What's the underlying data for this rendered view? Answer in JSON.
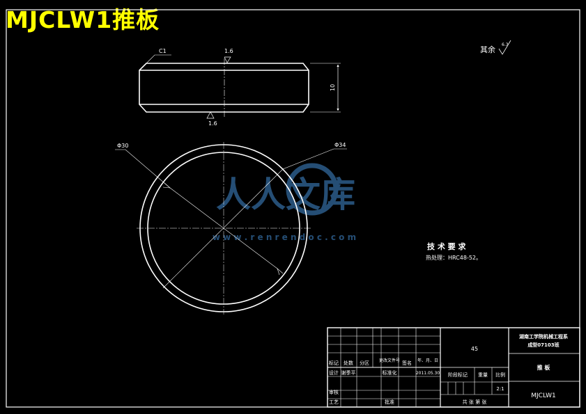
{
  "page_title": "MJCLW1推板",
  "roughness_default": {
    "label": "其余",
    "value": "6.3"
  },
  "side_view": {
    "chamfer": "C1",
    "roughness_top": "1.6",
    "roughness_bottom": "1.6",
    "thickness_dim": "10"
  },
  "top_view": {
    "inner_diameter": "Φ30",
    "outer_diameter": "Φ34"
  },
  "tech_requirements": {
    "heading": "技 术 要 求",
    "line1": "热处理：HRC48-52。"
  },
  "watermark": {
    "text": "人人文库",
    "url": "w w w . r e n r e n d o c . c o m"
  },
  "colors": {
    "background": "#000000",
    "lines": "#ffffff",
    "title": "#ffff00",
    "watermark": "#2c5c8a"
  },
  "title_block": {
    "material": "45",
    "school": "湖南工学院机械工程系",
    "class_name": "成型07103班",
    "part_name": "推 板",
    "drawing_number": "MJCLW1",
    "scale_label": "比例",
    "scale": "2:1",
    "weight_label": "重量",
    "stage_label": "阶段标记",
    "sheet_text": "共  张  第  张",
    "row_headers": [
      "标记",
      "处数",
      "分区",
      "更改文件号",
      "签名",
      "年、月、日"
    ],
    "design_label": "设计",
    "designer": "谢季平",
    "standard_label": "标准化",
    "date": "2011.05.30",
    "review_label": "审核",
    "process_label": "工艺",
    "approve_label": "批准"
  }
}
